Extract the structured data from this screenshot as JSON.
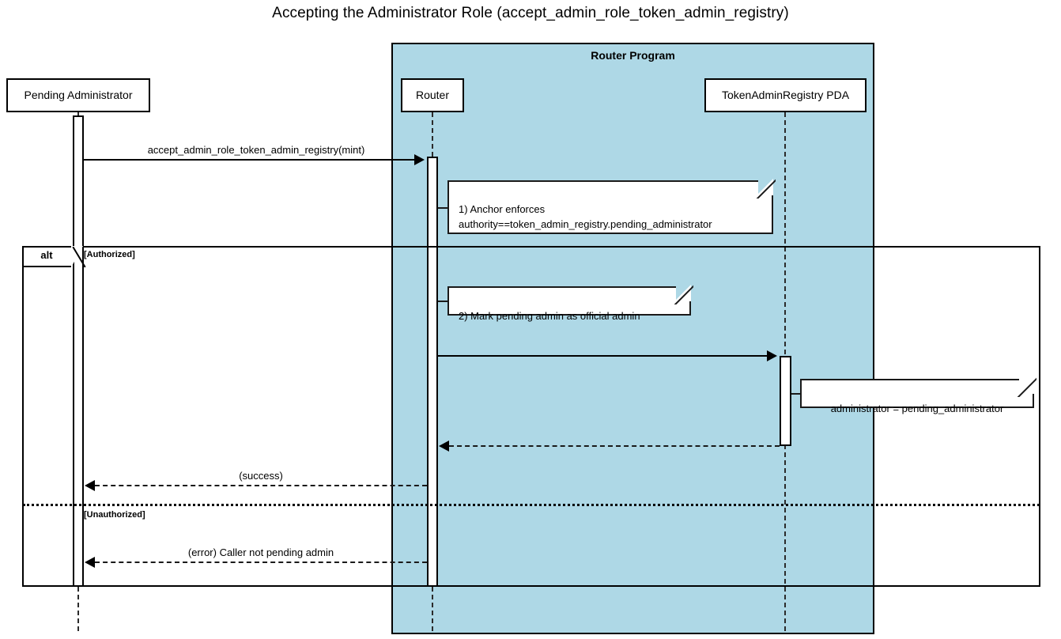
{
  "diagram": {
    "title": "Accepting the Administrator Role (accept_admin_role_token_admin_registry)",
    "type": "uml-sequence-diagram"
  },
  "group": {
    "label": "Router Program",
    "fill_color": "#aed8e6",
    "border_color": "#000000"
  },
  "participants": [
    {
      "id": "pending-administrator",
      "label": "Pending Administrator",
      "inside_group": false
    },
    {
      "id": "router",
      "label": "Router",
      "inside_group": true
    },
    {
      "id": "token-admin-registry-pda",
      "label": "TokenAdminRegistry PDA",
      "inside_group": true
    }
  ],
  "messages": [
    {
      "id": "call-accept-admin-role",
      "label": "accept_admin_role_token_admin_registry(mint)",
      "from": "pending-administrator",
      "to": "router",
      "style": "solid",
      "direction": "right"
    },
    {
      "id": "call-update-registry",
      "label": "",
      "from": "router",
      "to": "token-admin-registry-pda",
      "style": "solid",
      "direction": "right"
    },
    {
      "id": "return-registry-updated",
      "label": "",
      "from": "token-admin-registry-pda",
      "to": "router",
      "style": "dashed",
      "direction": "left"
    },
    {
      "id": "return-success",
      "label": "(success)",
      "from": "router",
      "to": "pending-administrator",
      "style": "dashed",
      "direction": "left"
    },
    {
      "id": "return-error",
      "label": "(error) Caller not pending admin",
      "from": "router",
      "to": "pending-administrator",
      "style": "dashed",
      "direction": "left"
    }
  ],
  "notes": [
    {
      "id": "note-anchor-enforces",
      "text": "1) Anchor enforces\nauthority==token_admin_registry.pending_administrator",
      "attached_to": "router"
    },
    {
      "id": "note-mark-pending-admin",
      "text": "2) Mark pending admin as official admin",
      "attached_to": "router"
    },
    {
      "id": "note-administrator-assignment",
      "text": "administrator = pending_administrator",
      "attached_to": "token-admin-registry-pda"
    }
  ],
  "fragment": {
    "operator": "alt",
    "branches": [
      {
        "id": "branch-authorized",
        "guard": "[Authorized]"
      },
      {
        "id": "branch-unauthorized",
        "guard": "[Unauthorized]"
      }
    ]
  }
}
